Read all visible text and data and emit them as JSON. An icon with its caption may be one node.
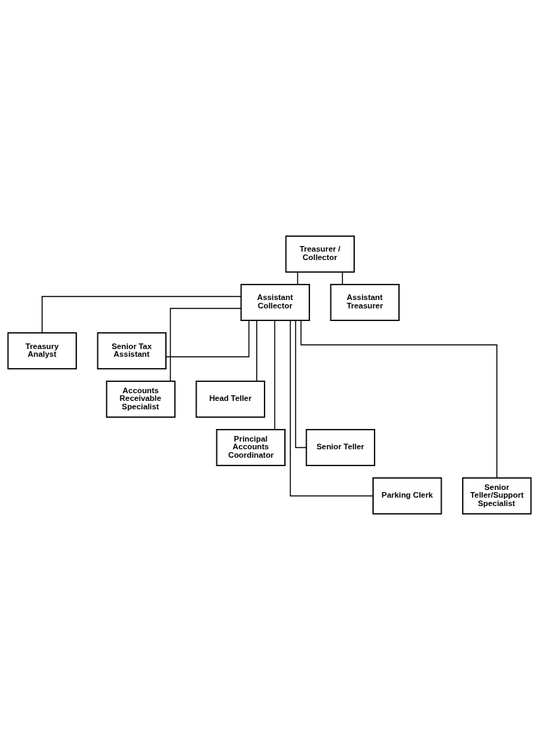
{
  "diagram": {
    "nodes": [
      {
        "text": [
          "Treasurer / Collector"
        ]
      },
      {
        "text": [
          "Assistant Collector"
        ]
      },
      {
        "text": [
          "Assistant Treasurer"
        ]
      },
      {
        "text": [
          "Treasury Analyst"
        ]
      },
      {
        "text": [
          "Senior Tax Assistant"
        ]
      },
      {
        "text": [
          "Accounts Receivable Specialist"
        ]
      },
      {
        "text": [
          "Head Teller"
        ]
      },
      {
        "text": [
          "Principal Accounts Coordinator"
        ]
      },
      {
        "text": [
          "Senior Teller"
        ]
      },
      {
        "text": [
          "Parking Clerk"
        ]
      },
      {
        "text": [
          "Senior Teller/Support Specialist"
        ]
      }
    ],
    "edges": [
      {
        "from": 0,
        "to": 1,
        "arrow": "none"
      },
      {
        "from": 0,
        "to": 2,
        "arrow": "none"
      },
      {
        "from": 1,
        "to": 3,
        "arrow": "none"
      },
      {
        "from": 1,
        "to": 4,
        "arrow": "none"
      },
      {
        "from": 1,
        "to": 5,
        "arrow": "none"
      },
      {
        "from": 1,
        "to": 6,
        "arrow": "none"
      },
      {
        "from": 1,
        "to": 7,
        "arrow": "none"
      },
      {
        "from": 1,
        "to": 8,
        "arrow": "none"
      },
      {
        "from": 1,
        "to": 9,
        "arrow": "none"
      },
      {
        "from": 1,
        "to": 10,
        "arrow": "none"
      }
    ]
  }
}
